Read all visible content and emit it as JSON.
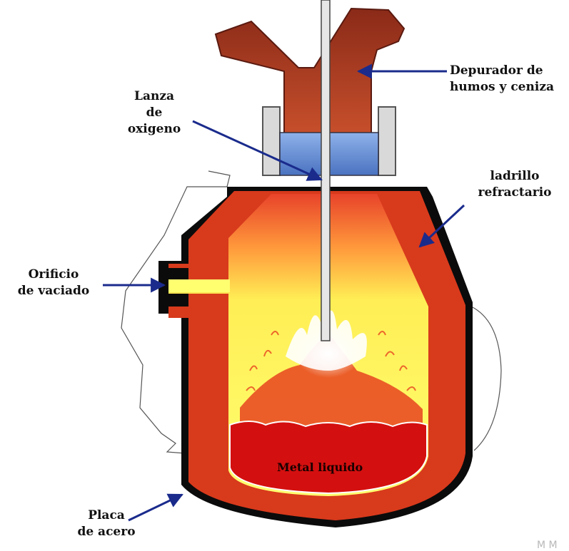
{
  "labels": {
    "depurador_line1": "Depurador de",
    "depurador_line2": "humos y ceniza",
    "lanza_line1": "Lanza",
    "lanza_line2": "de",
    "lanza_line3": "oxigeno",
    "ladrillo_line1": "ladrillo",
    "ladrillo_line2": "refractario",
    "orificio_line1": "Orificio",
    "orificio_line2": "de vaciado",
    "placa_line1": "Placa",
    "placa_line2": "de acero",
    "metal": "Metal  liquido"
  },
  "watermark": "M M",
  "colors": {
    "arrow": "#1a2b8c",
    "shell": "#0b0b0b",
    "refractory": "#d83a1c",
    "flame_yellow": "#ffff6a",
    "molten": "#d40f0f",
    "hood": "#b53a20",
    "seal_ring": "#6e95d8"
  }
}
